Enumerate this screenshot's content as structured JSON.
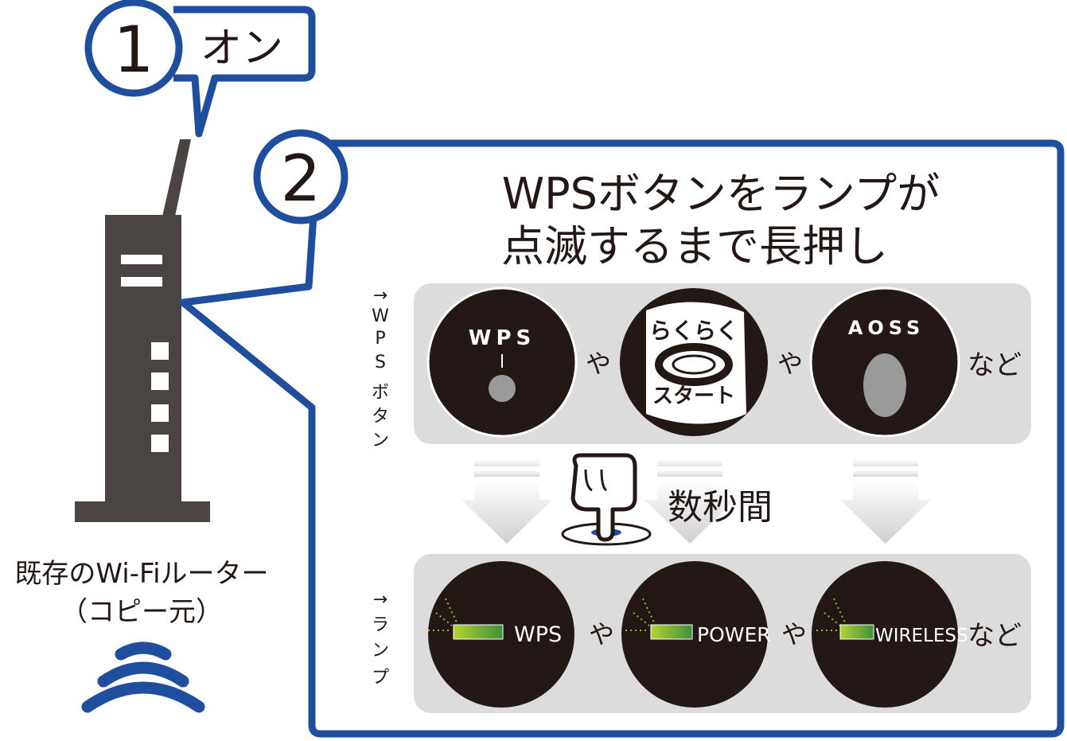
{
  "colors": {
    "frame_blue": "#1f4e9e",
    "router_gray": "#4a4543",
    "panel_gray": "#dcdcdc",
    "lamp_green": "#8dc21f",
    "text_dark": "#231815"
  },
  "step1": {
    "number": "1",
    "label": "オン"
  },
  "step2": {
    "number": "2",
    "instruction_line1": "WPSボタンをランプが",
    "instruction_line2": "点滅するまで長押し"
  },
  "router": {
    "caption_line1": "既存のWi-Fiルーター",
    "caption_line2": "（コピー元）"
  },
  "buttons_row": {
    "side_label": [
      "→",
      "W",
      "P",
      "S",
      "ボ",
      "タ",
      "ン"
    ],
    "wps_label": "WPS",
    "rakuraku_line1": "らくらく",
    "rakuraku_line2": "スタート",
    "aoss_label": "AOSS",
    "sep1": "や",
    "sep2": "や",
    "trailing": "など"
  },
  "hold_label": "数秒間",
  "lamps_row": {
    "side_label": [
      "→",
      "ラ",
      "ン",
      "プ"
    ],
    "lamp1": "WPS",
    "lamp2": "POWER",
    "lamp3": "WIRELESS",
    "sep1": "や",
    "sep2": "や",
    "trailing": "など"
  }
}
